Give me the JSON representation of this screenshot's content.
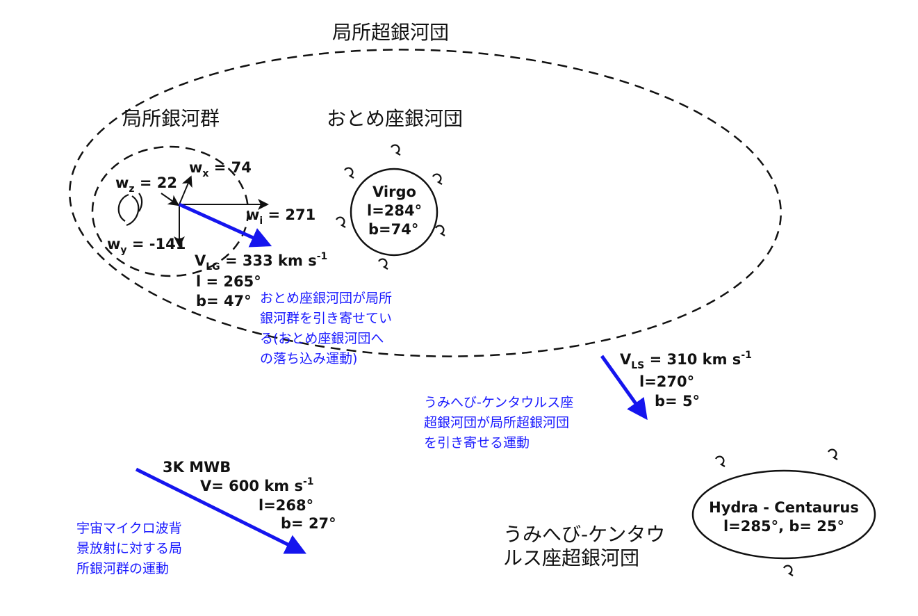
{
  "labels": {
    "local_supercluster": "局所超銀河団",
    "local_group": "局所銀河群",
    "virgo_cluster": "おとめ座銀河団",
    "hydra_centaurus_supercluster": [
      "うみへび-ケンタウ",
      "ルス座超銀河団"
    ]
  },
  "local_group_vectors": {
    "wz": {
      "sym": "w",
      "sub": "z",
      "val": " = 22"
    },
    "wx": {
      "sym": "w",
      "sub": "x",
      "val": " = 74"
    },
    "wi": {
      "sym": "w",
      "sub": "i",
      "val": " = 271"
    },
    "wy": {
      "sym": "w",
      "sub": "y",
      "val": " = -141"
    },
    "vlg": {
      "sym": "V",
      "sub": "LG",
      "val": " = 333 km s",
      "sup": "-1",
      "l": "l = 265°",
      "b": "b= 47°"
    }
  },
  "virgo": {
    "name": "Virgo",
    "l": "l=284°",
    "b": "b=74°"
  },
  "vls": {
    "sym": "V",
    "sub": "LS",
    "val": " = 310 km s",
    "sup": "-1",
    "l": "l=270°",
    "b": "b= 5°"
  },
  "cmb": {
    "title": "3K MWB",
    "v": "V= 600 km s",
    "sup": "-1",
    "l": "l=268°",
    "b": "b= 27°"
  },
  "hydra": {
    "name": "Hydra - Centaurus",
    "coords": "l=285°, b= 25°"
  },
  "annotations": {
    "virgo_infall": [
      "おとめ座銀河団が局所",
      "銀河群を引き寄せてい",
      "る(おとめ座銀河団へ",
      "の落ち込み運動)"
    ],
    "hydra_pull": [
      "うみへび-ケンタウルス座",
      "超銀河団が局所超銀河団",
      "を引き寄せる運動"
    ],
    "cmb_motion": [
      "宇宙マイクロ波背",
      "景放射に対する局",
      "所銀河群の運動"
    ]
  },
  "colors": {
    "arrow": "#1515ee",
    "annotation": "#1a1aff"
  }
}
